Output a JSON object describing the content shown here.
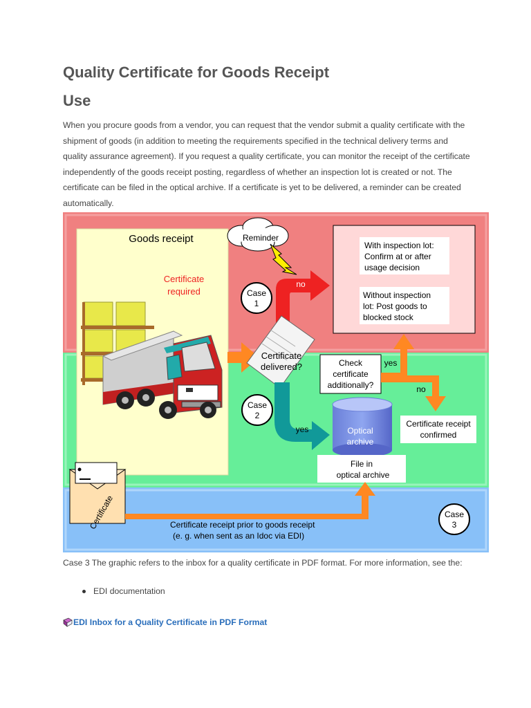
{
  "page": {
    "title": "Quality Certificate for Goods Receipt",
    "section_title": "Use",
    "intro_paragraph": "When you procure goods from a vendor, you can request that the vendor submit a quality certificate with the shipment of goods (in addition to meeting the requirements specified in the technical delivery terms and quality assurance agreement). If you request a quality certificate, you can monitor the receipt of the certificate independently of the goods receipt posting, regardless of whether an inspection lot is created or not. The certificate can be filed in the optical archive. If a certificate is yet to be delivered, a reminder can be created automatically.",
    "caption": "Case 3 The graphic refers to the inbox for a quality certificate in PDF format. For more information, see the:",
    "bullets": [
      "EDI documentation"
    ],
    "related_link": "EDI Inbox for a Quality Certificate in PDF Format"
  },
  "diagram": {
    "goods_receipt_title": "Goods receipt",
    "certificate_required_line1": "Certificate",
    "certificate_required_line2": "required",
    "reminder": "Reminder",
    "case1_line1": "Case",
    "case1_line2": "1",
    "case2_line1": "Case",
    "case2_line2": "2",
    "case3_line1": "Case",
    "case3_line2": "3",
    "no_label": "no",
    "yes_label": "yes",
    "yes_label_2": "yes",
    "no_label_2": "no",
    "certificate_delivered_line1": "Certificate",
    "certificate_delivered_line2": "delivered?",
    "with_lot_line1": "With inspection lot:",
    "with_lot_line2": "Confirm at or after",
    "with_lot_line3": "usage decision",
    "without_lot_line1": "Without inspection",
    "without_lot_line2": "lot: Post goods to",
    "without_lot_line3": "blocked stock",
    "check_line1": "Check",
    "check_line2": "certificate",
    "check_line3": "additionally?",
    "optical_archive_line1": "Optical",
    "optical_archive_line2": "archive",
    "confirmed_line1": "Certificate receipt",
    "confirmed_line2": "confirmed",
    "file_in_line1": "File in",
    "file_in_line2": "optical archive",
    "envelope_label": "Certificate",
    "prior_line1": "Certificate receipt prior to goods receipt",
    "prior_line2": "(e. g. when sent as an Idoc via EDI)"
  },
  "colors": {
    "top_band": "#f08080",
    "middle_band": "#66ee99",
    "bottom_band": "#88c0f8",
    "arrow_red": "#ee2222",
    "arrow_teal": "#119999",
    "arrow_orange": "#ff8822",
    "link": "#2a6ebb"
  },
  "icons": [
    "truck-icon",
    "boxes-icon",
    "lightning-icon",
    "document-icon",
    "cylinder-icon",
    "envelope-icon",
    "book-icon"
  ]
}
